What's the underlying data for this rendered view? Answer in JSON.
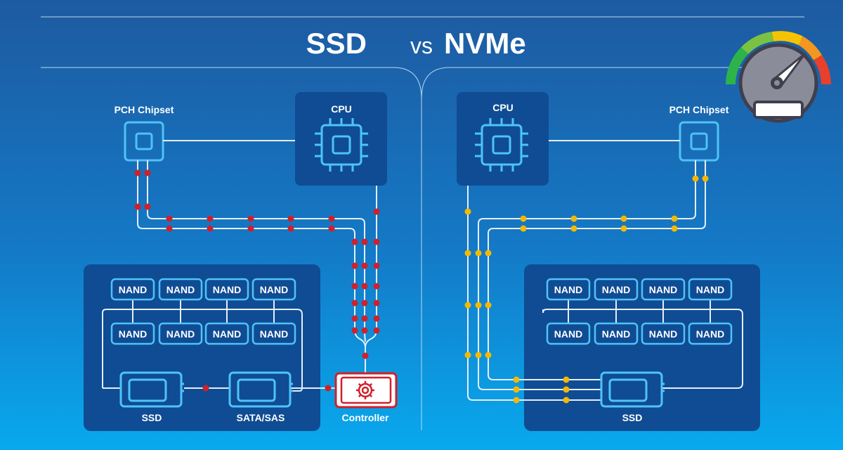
{
  "title": {
    "left": "SSD",
    "middle": "vs",
    "right": "NVMe"
  },
  "left": {
    "pch_label": "PCH Chipset",
    "cpu_label": "CPU",
    "nand_labels": [
      "NAND",
      "NAND",
      "NAND",
      "NAND",
      "NAND",
      "NAND",
      "NAND",
      "NAND"
    ],
    "ssd_label": "SSD",
    "sata_label": "SATA/SAS",
    "controller_label": "Controller"
  },
  "right": {
    "cpu_label": "CPU",
    "pch_label": "PCH Chipset",
    "nand_labels": [
      "NAND",
      "NAND",
      "NAND",
      "NAND",
      "NAND",
      "NAND",
      "NAND",
      "NAND"
    ],
    "ssd_label": "SSD"
  },
  "colors": {
    "bg_top": "#1d5fa6",
    "bg_bottom": "#0aa6ea",
    "panel": "#0f4c94",
    "icon": "#4fc3f7",
    "red_dot": "#d0202a",
    "yellow_dot": "#f5b800",
    "controller": "#d0202a"
  },
  "icons": {
    "gauge": "speedometer-icon",
    "chip": "chip-icon",
    "gear": "gear-icon",
    "drive": "drive-icon"
  }
}
